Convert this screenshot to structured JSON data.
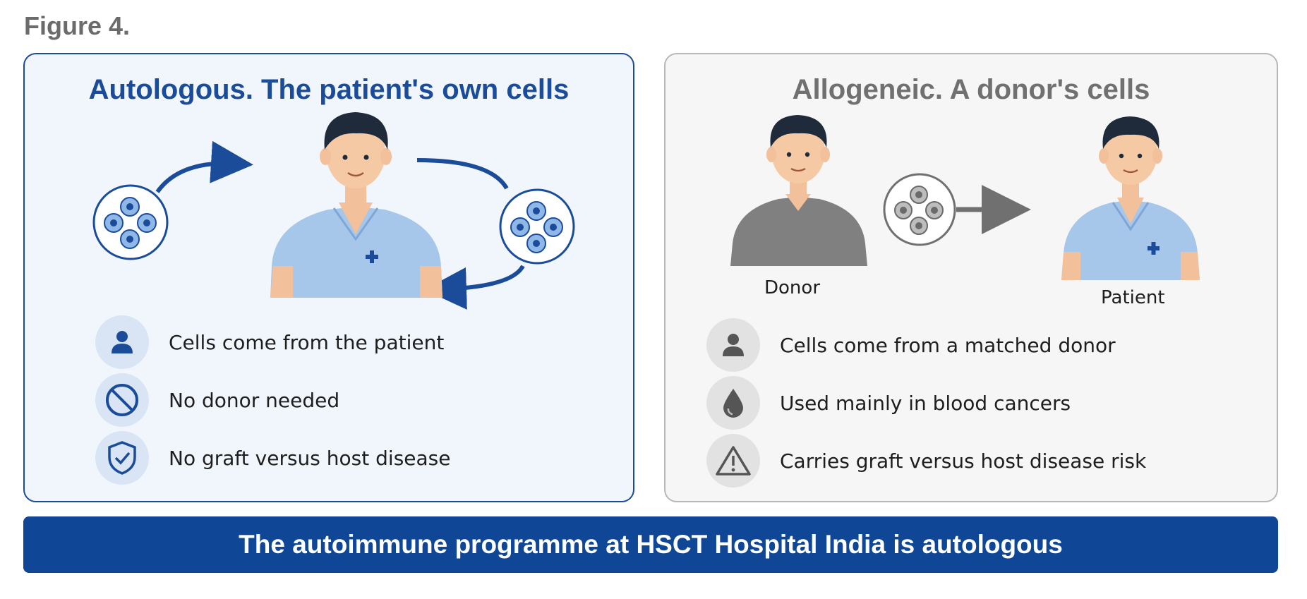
{
  "figure_label": "Figure 4.",
  "autologous": {
    "title": "Autologous. The patient's own cells",
    "features": [
      {
        "icon": "person-icon",
        "text": "Cells come from the patient"
      },
      {
        "icon": "no-entry-icon",
        "text": "No donor needed"
      },
      {
        "icon": "shield-check-icon",
        "text": "No graft versus host disease"
      }
    ]
  },
  "allogeneic": {
    "title": "Allogeneic. A donor's cells",
    "donor_label": "Donor",
    "patient_label": "Patient",
    "features": [
      {
        "icon": "person-icon",
        "text": "Cells come from a matched donor"
      },
      {
        "icon": "blood-drop-icon",
        "text": "Used mainly in blood cancers"
      },
      {
        "icon": "warning-triangle-icon",
        "text": "Carries graft versus host disease risk"
      }
    ]
  },
  "banner": "The autoimmune programme at HSCT Hospital India is autologous",
  "colors": {
    "brand_blue": "#1a4c9a",
    "banner_blue": "#0f4796",
    "scrubs_blue": "#a6c6ea",
    "donor_grey": "#7f7f7f"
  }
}
